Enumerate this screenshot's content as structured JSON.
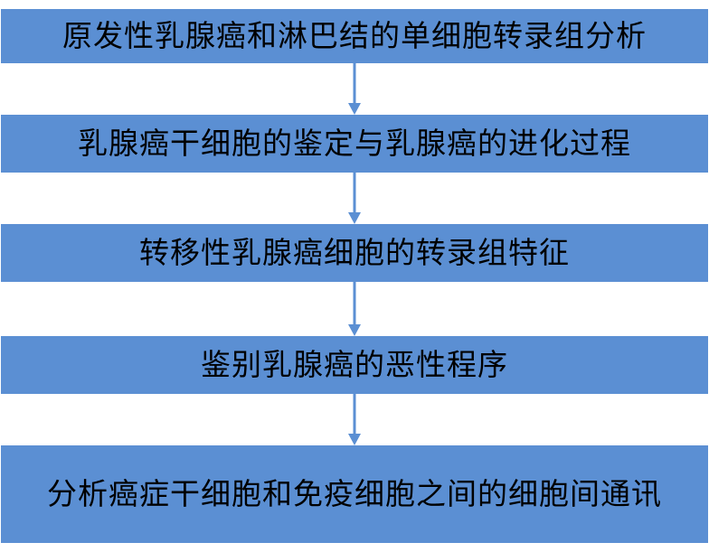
{
  "colors": {
    "box_fill": "#5b8fd3",
    "arrow": "#5b8fd3",
    "text": "#000000"
  },
  "flow": {
    "steps": [
      {
        "label": "原发性乳腺癌和淋巴结的单细胞转录组分析"
      },
      {
        "label": "乳腺癌干细胞的鉴定与乳腺癌的进化过程"
      },
      {
        "label": "转移性乳腺癌细胞的转录组特征"
      },
      {
        "label": "鉴别乳腺癌的恶性程序"
      },
      {
        "label": "分析癌症干细胞和免疫细胞之间的细胞间通讯"
      }
    ]
  }
}
